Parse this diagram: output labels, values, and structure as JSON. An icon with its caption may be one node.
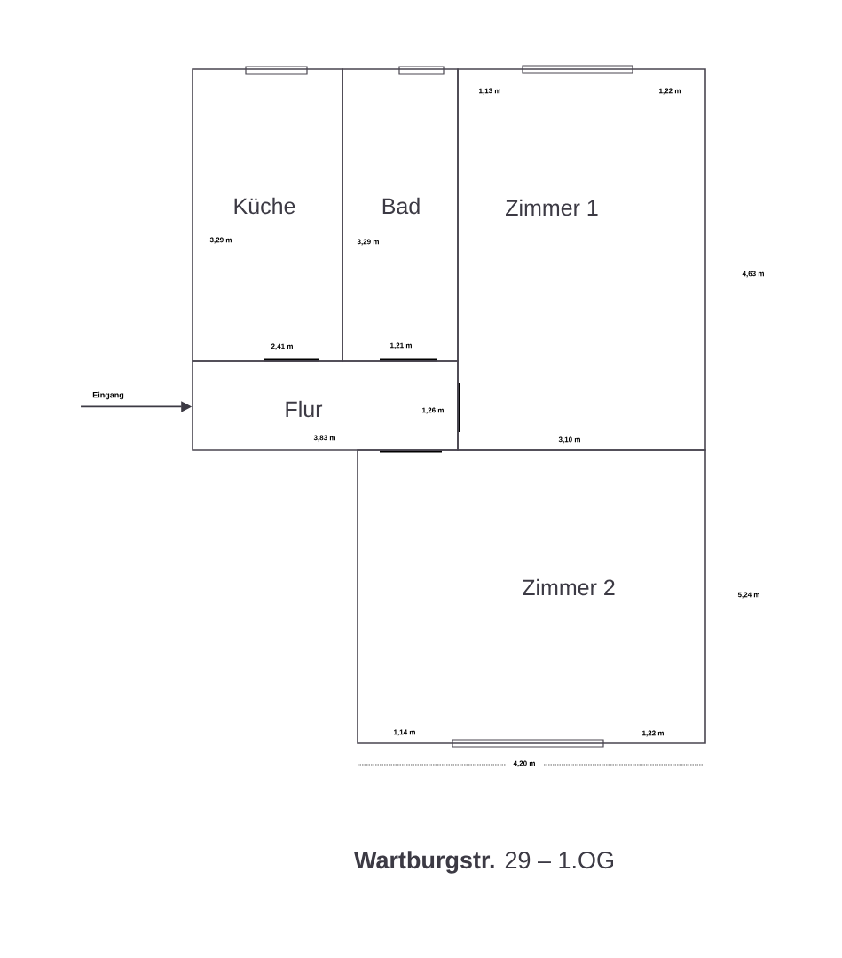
{
  "diagram": {
    "title": "**Wartburgstr.** 29 – 1.OG",
    "nodes": [
      {
        "text": [
          "Küche"
        ]
      },
      {
        "text": [
          "Bad"
        ]
      },
      {
        "text": [
          "Zimmer 1"
        ]
      },
      {
        "text": [
          "Flur"
        ]
      },
      {
        "text": [
          "Zimmer 2"
        ]
      },
      {
        "text": [
          "Eingang"
        ]
      }
    ],
    "edges": [
      {
        "from": 5,
        "to": 3,
        "arrow": "to"
      }
    ],
    "labels": [
      "1,13 m",
      "1,22 m",
      "3,29 m",
      "3,29 m",
      "4,63 m",
      "2,41 m",
      "1,21 m",
      "1,26 m",
      "3,83 m",
      "3,10 m",
      "5,24 m",
      "1,14 m",
      "1,22 m",
      "4,20 m"
    ]
  }
}
